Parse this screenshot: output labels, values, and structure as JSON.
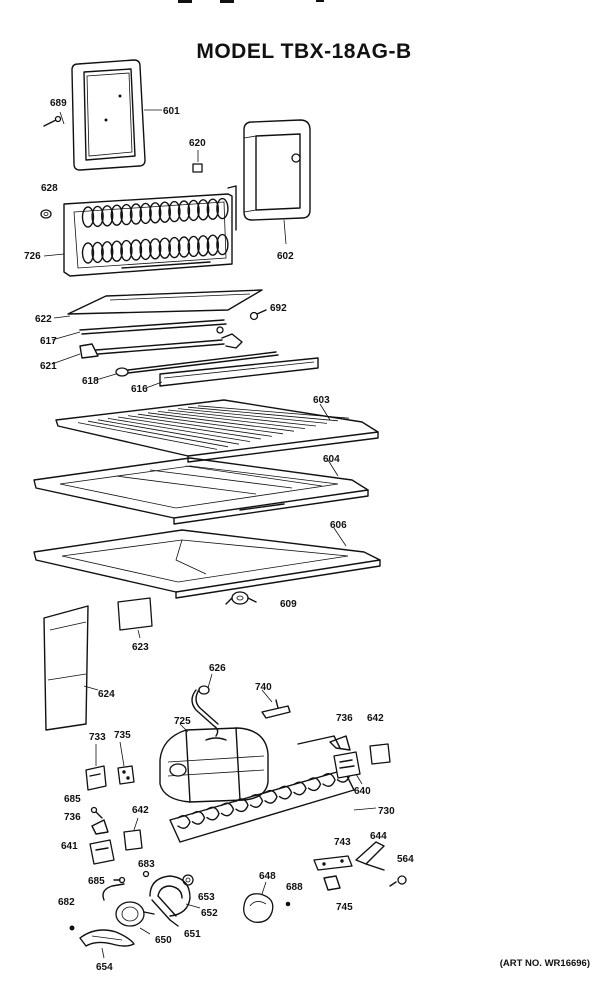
{
  "diagram": {
    "title": "MODEL TBX-18AG-B",
    "art_number": "(ART NO. WR16696)",
    "part_labels": {
      "p601": "601",
      "p689": "689",
      "p620": "620",
      "p602": "602",
      "p628": "628",
      "p726": "726",
      "p622": "622",
      "p692": "692",
      "p617": "617",
      "p621": "621",
      "p618": "618",
      "p616": "616",
      "p603": "603",
      "p604": "604",
      "p606": "606",
      "p609": "609",
      "p623": "623",
      "p624": "624",
      "p626": "626",
      "p740": "740",
      "p725": "725",
      "p736a": "736",
      "p642a": "642",
      "p733": "733",
      "p735": "735",
      "p640": "640",
      "p685a": "685",
      "p736b": "736",
      "p642b": "642",
      "p730": "730",
      "p641": "641",
      "p683": "683",
      "p743": "743",
      "p644": "644",
      "p564": "564",
      "p685b": "685",
      "p653": "653",
      "p648": "648",
      "p688": "688",
      "p682": "682",
      "p652": "652",
      "p745": "745",
      "p651": "651",
      "p650": "650",
      "p654": "654"
    }
  }
}
